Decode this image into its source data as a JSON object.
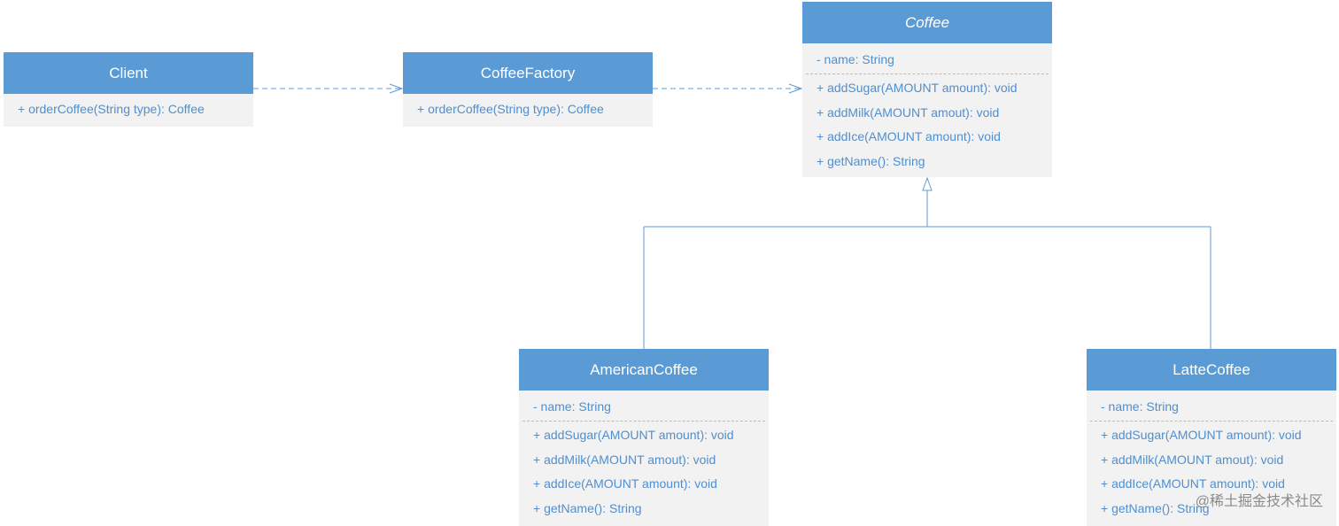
{
  "classes": {
    "client": {
      "name": "Client",
      "operations": [
        "+ orderCoffee(String type): Coffee"
      ]
    },
    "coffee_factory": {
      "name": "CoffeeFactory",
      "operations": [
        "+ orderCoffee(String type): Coffee"
      ]
    },
    "coffee": {
      "name": "Coffee",
      "abstract": true,
      "attributes": [
        "- name: String"
      ],
      "operations": [
        "+ addSugar(AMOUNT amount): void",
        "+ addMilk(AMOUNT amout): void",
        "+ addIce(AMOUNT amount): void",
        "+ getName(): String"
      ]
    },
    "american_coffee": {
      "name": "AmericanCoffee",
      "attributes": [
        "- name: String"
      ],
      "operations": [
        "+ addSugar(AMOUNT amount): void",
        "+ addMilk(AMOUNT amout): void",
        "+ addIce(AMOUNT amount): void",
        "+ getName(): String"
      ]
    },
    "latte_coffee": {
      "name": "LatteCoffee",
      "attributes": [
        "- name: String"
      ],
      "operations": [
        "+ addSugar(AMOUNT amount): void",
        "+ addMilk(AMOUNT amout): void",
        "+ addIce(AMOUNT amount): void",
        "+ getName(): String"
      ]
    }
  },
  "relationships": [
    {
      "from": "Client",
      "to": "CoffeeFactory",
      "type": "dependency"
    },
    {
      "from": "CoffeeFactory",
      "to": "Coffee",
      "type": "dependency"
    },
    {
      "from": "AmericanCoffee",
      "to": "Coffee",
      "type": "generalization"
    },
    {
      "from": "LatteCoffee",
      "to": "Coffee",
      "type": "generalization"
    }
  ],
  "colors": {
    "header": "#5b9bd5",
    "body": "#f2f2f2",
    "text": "#4f8fcf",
    "connector": "#5b9bd5"
  },
  "watermark": "@稀土掘金技术社区"
}
